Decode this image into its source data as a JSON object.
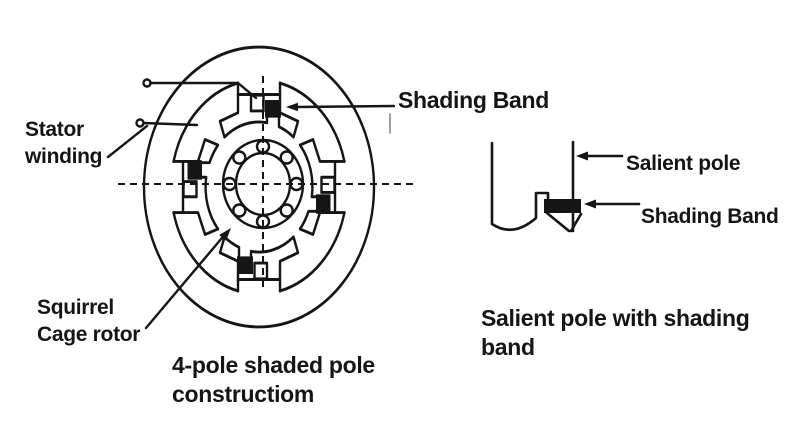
{
  "colors": {
    "ink": "#151515",
    "background": "#ffffff"
  },
  "left_figure": {
    "stator_winding_label": "Stator\nwinding",
    "shading_band_label": "Shading Band",
    "squirrel_cage_label": "Squirrel\nCage rotor",
    "caption": "4-pole shaded pole\nconstructiom"
  },
  "right_figure": {
    "salient_pole_label": "Salient pole",
    "shading_band_label": "Shading Band",
    "caption": "Salient pole with shading\nband"
  }
}
